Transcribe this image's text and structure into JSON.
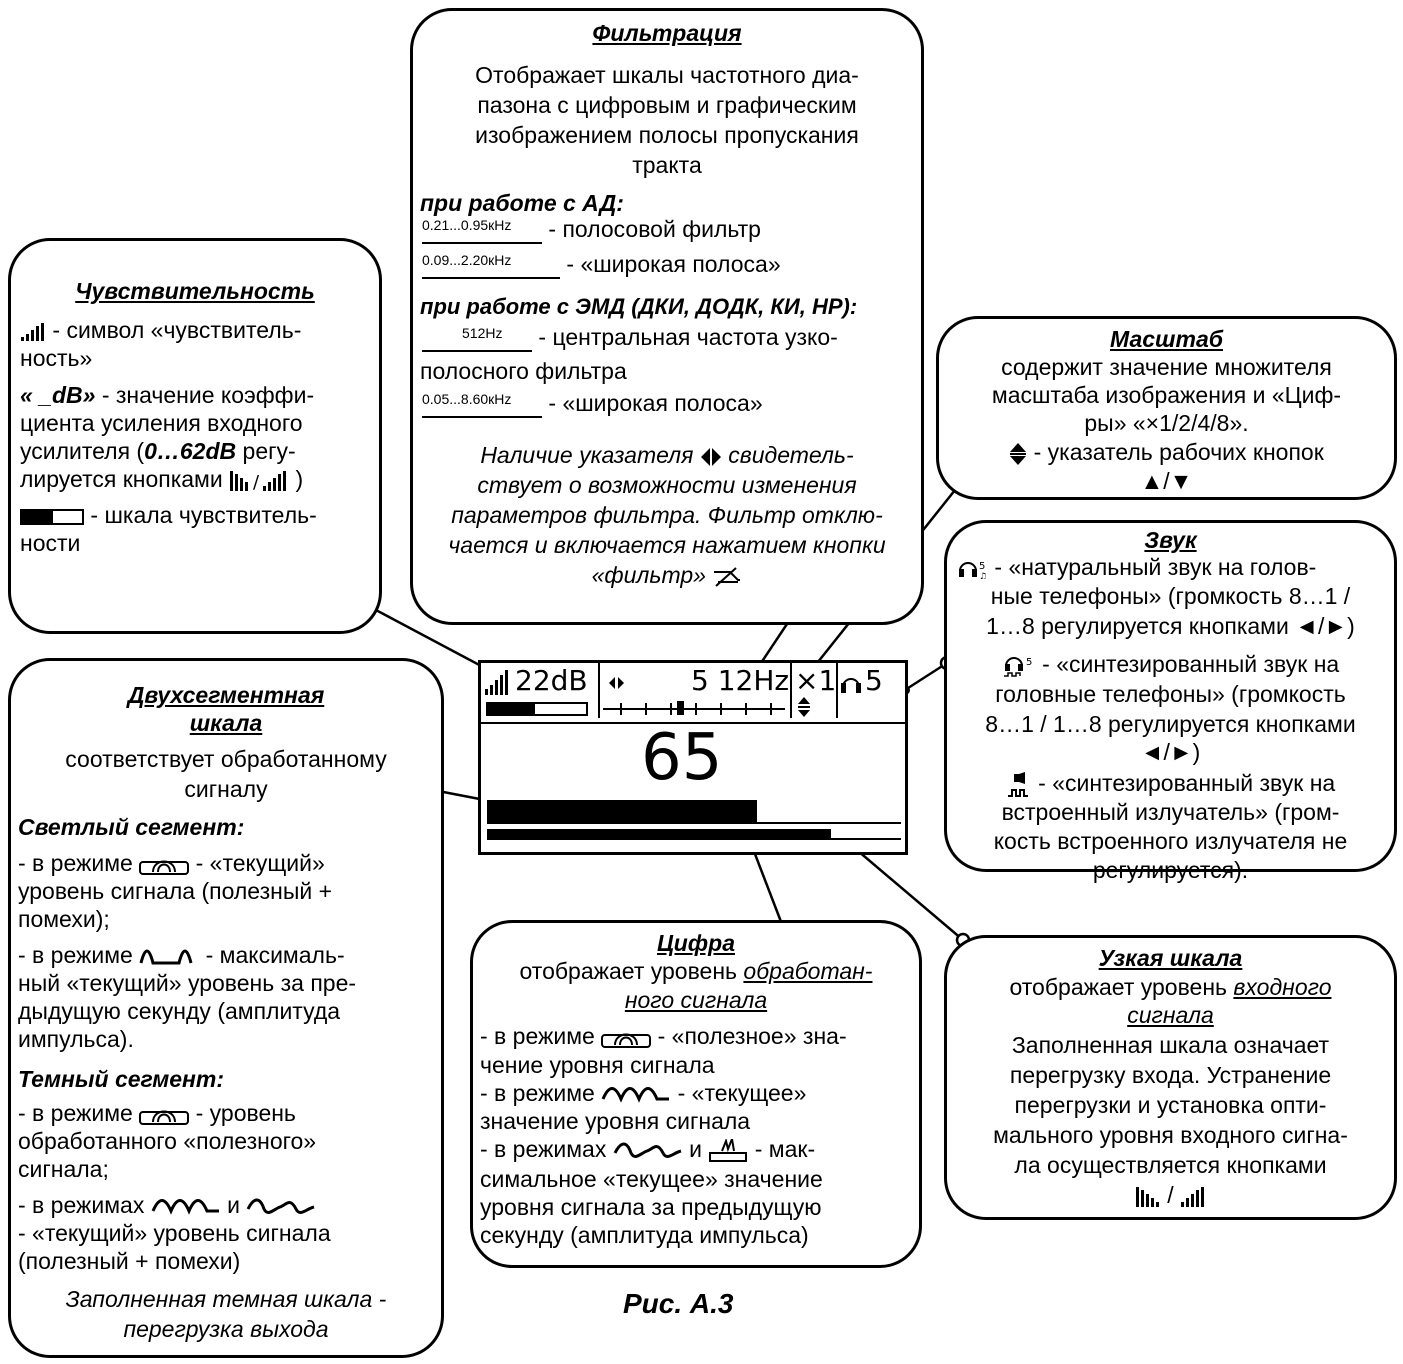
{
  "filt": {
    "title": "Фильтрация",
    "p1": "Отображает шкалы частотного диа-",
    "p2": "пазона с цифровым и графическим",
    "p3": "изображением полосы пропускания",
    "p4": "тракта",
    "ad_head": "при работе с АД:",
    "ad1_scale": "0.21...0.95кHz",
    "ad1_text": "- полосовой фильтр",
    "ad2_scale": "0.09...2.20кHz",
    "ad2_text": "- «широкая полоса»",
    "emd_head": "при работе с ЭМД (ДКИ, ДОДК, КИ, НР):",
    "emd1_scale": "512Hz",
    "emd1_text": "- центральная частота узко-",
    "emd1_text2": "полосного фильтра",
    "emd2_scale": "0.05...8.60кHz",
    "emd2_text": "- «широкая полоса»",
    "n1a": "Наличие указателя",
    "n1b": "свидетель-",
    "n2": "ствует о возможности изменения",
    "n3": "параметров фильтра. Фильтр отклю-",
    "n4": "чается и включается нажатием кнопки",
    "n5": "«фильтр»"
  },
  "sens": {
    "title": "Чувствительность",
    "l1": "- символ «чувствитель-",
    "l2": "ность»",
    "l3a": "« _dB»",
    "l3b": " - значение коэффи-",
    "l4": "циента усиления входного",
    "l5a": "усилителя (",
    "l5b": "0…62dB",
    "l5c": " регу-",
    "l6a": "лируется кнопками",
    "l6b": " )",
    "l7": "- шкала чувствитель-",
    "l8": "ности"
  },
  "scale": {
    "title": "Масштаб",
    "l1": "содержит значение множителя",
    "l2": "масштаба изображения и «Циф-",
    "l3": "ры» «×1/2/4/8».",
    "l4": "- указатель рабочих  кнопок",
    "l5": "▲/▼"
  },
  "sound": {
    "title": "Звук",
    "l1": "- «натуральный звук на голов-",
    "l2": "ные телефоны» (громкость 8…1 /",
    "l3": "1…8 регулируется кнопками ◄/►)",
    "l4": "- «синтезированный звук на",
    "l5": "головные телефоны» (громкость",
    "l6": "8…1 / 1…8  регулируется кнопками",
    "l7": "◄/►)",
    "l8": "- «синтезированный звук на",
    "l9": "встроенный излучатель» (гром-",
    "l10": "кость встроенного излучателя не",
    "l11": "регулируется)."
  },
  "dual": {
    "title1": "Двухсегментная",
    "title2": "шкала",
    "l1": "соответствует обработанному",
    "l2": "сигналу",
    "light_head": "Светлый сегмент:",
    "a1a": "- в режиме",
    "a1b": " - «текущий»",
    "a2": "уровень сигнала (полезный  +",
    "a3": "помехи);",
    "b1a": "- в режиме",
    "b1b": " - максималь-",
    "b2": "ный «текущий» уровень за пре-",
    "b3": "дыдущую секунду (амплитуда",
    "b4": "импульса).",
    "dark_head": "Темный сегмент:",
    "c1a": "- в режиме",
    "c1b": " - уровень",
    "c2": "обработанного «полезного»",
    "c3": "сигнала;",
    "d1a": "- в режимах",
    "d1b": " и ",
    "d2": "- «текущий» уровень сигнала",
    "d3": "(полезный  + помехи)",
    "n1": "Заполненная темная шкала -",
    "n2": "перегрузка выхода"
  },
  "digit": {
    "title": "Цифра",
    "l1": "отображает уровень",
    "l1u": "обработан-",
    "l2u": "ного сигнала",
    "a1a": "- в режиме",
    "a1b": " - «полезное» зна-",
    "a2": "чение уровня сигнала",
    "b1a": "- в   режиме",
    "b1b": " - «текущее»",
    "b2": "значение уровня сигнала",
    "c1a": "- в режимах",
    "c1b": " и ",
    "c1c": " - мак-",
    "c2": "симальное «текущее» значение",
    "c3": "уровня сигнала за предыдущую",
    "c4": "секунду (амплитуда импульса)"
  },
  "narrow": {
    "title": "Узкая шкала",
    "l1": "отображает уровень",
    "l1u": "входного",
    "l2u": "сигнала",
    "l3": "Заполненная шкала означает",
    "l4": "перегрузку входа. Устранение",
    "l5": "перегрузки и установка опти-",
    "l6": "мального уровня входного сигна-",
    "l7": "ла осуществляется кнопками",
    "l8": "/"
  },
  "lcd": {
    "gain": "22dB",
    "freq": "5 12Hz",
    "zoom": "×1",
    "vol": "5",
    "value": "65"
  },
  "caption": "Рис. А.3"
}
